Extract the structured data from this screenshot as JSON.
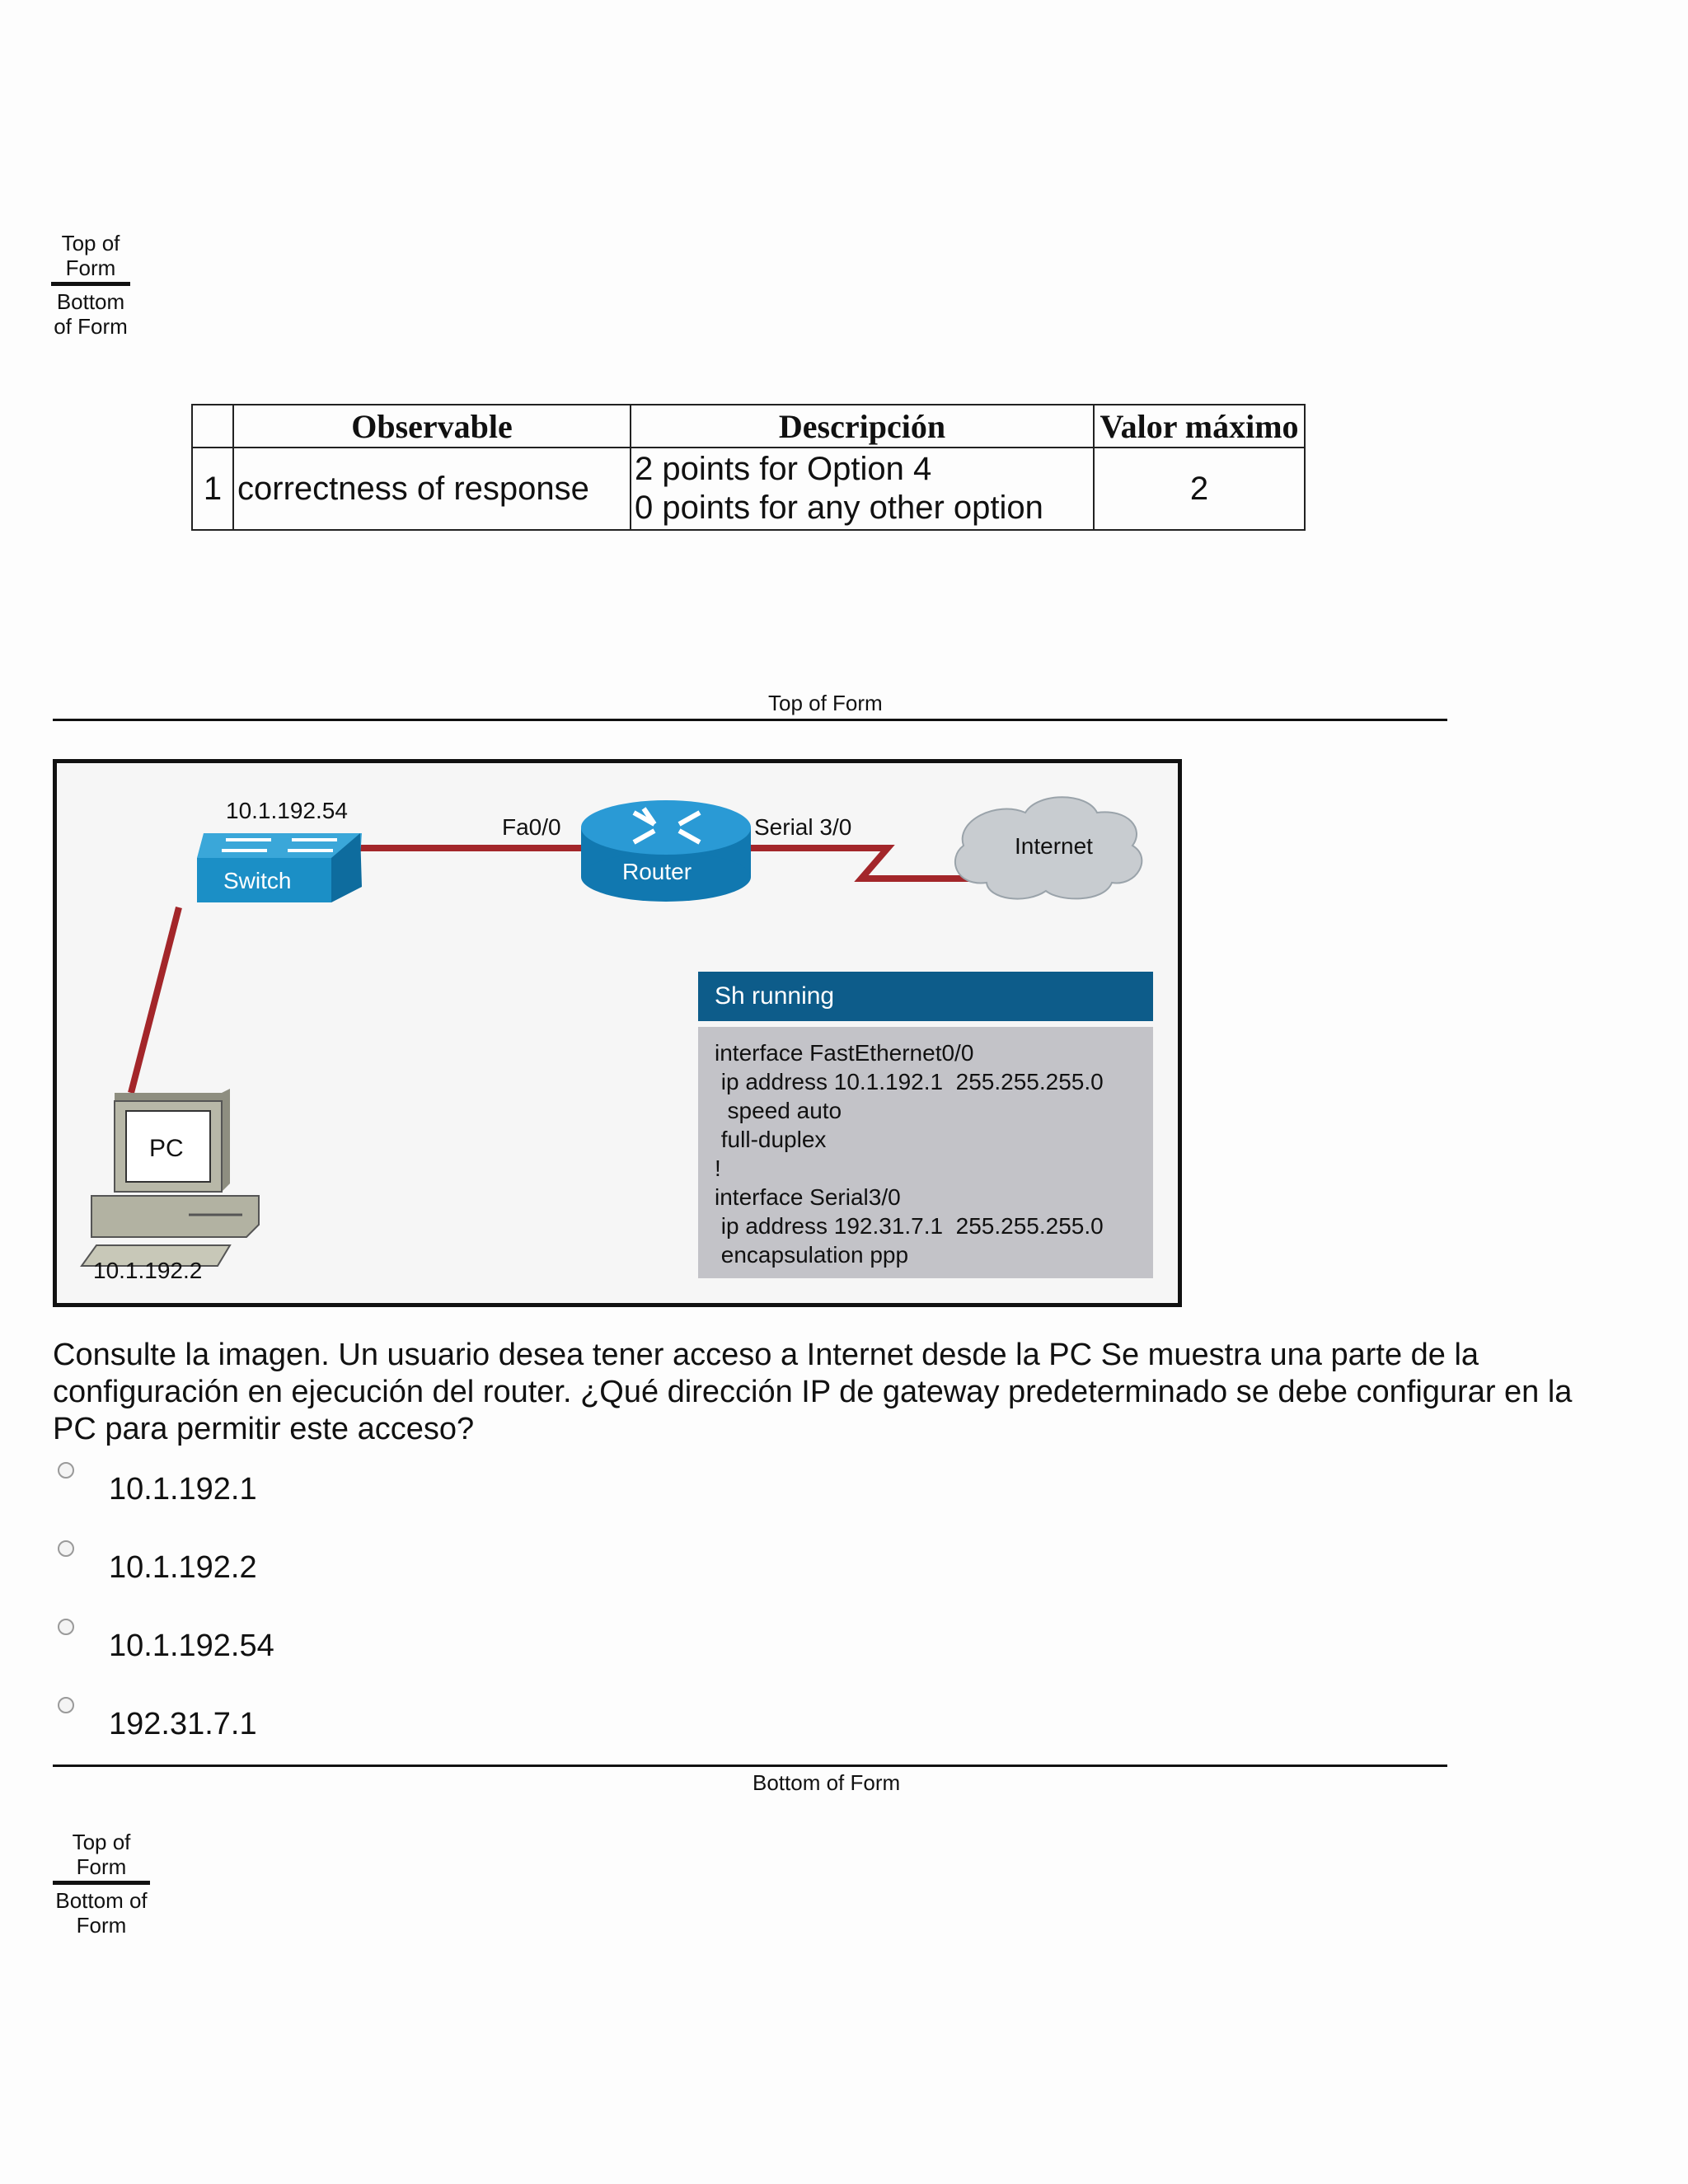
{
  "form_markers": {
    "first": {
      "top": "Top of Form",
      "bottom": "Bottom of Form"
    },
    "last": {
      "top": "Top of Form",
      "bottom": "Bottom of Form"
    }
  },
  "rubric": {
    "headers": [
      "",
      "Observable",
      "Descripción",
      "Valor máximo"
    ],
    "rows": [
      {
        "num": "1",
        "observable": "correctness of response",
        "desc_line1": "2 points for Option 4",
        "desc_line2": "0 points for any other option",
        "max": "2"
      }
    ]
  },
  "section": {
    "top_label": "Top of Form",
    "bottom_label": "Bottom of Form"
  },
  "diagram": {
    "switch_ip": "10.1.192.54",
    "switch_label": "Switch",
    "router_label": "Router",
    "router_fa": "Fa0/0",
    "router_serial": "Serial 3/0",
    "cloud_label": "Internet",
    "pc_label": "PC",
    "pc_ip": "10.1.192.2",
    "config_title": "Sh running",
    "config_lines": "interface FastEthernet0/0\n ip address 10.1.192.1  255.255.255.0\n  speed auto\n full-duplex\n!\ninterface Serial3/0\n ip address 192.31.7.1  255.255.255.0\n encapsulation ppp",
    "colors": {
      "link": "#a3262a",
      "device": "#1b8fc6",
      "config_header": "#0d5c8a",
      "config_body": "#c3c3c8"
    }
  },
  "question": {
    "text": "Consulte la imagen. Un usuario desea tener acceso a Internet desde la PC Se muestra una parte de la configuración en ejecución del router. ¿Qué dirección IP de gateway predeterminado se debe configurar en la PC para permitir este acceso?",
    "options": [
      "10.1.192.1",
      "10.1.192.2",
      "10.1.192.54",
      "192.31.7.1"
    ]
  }
}
